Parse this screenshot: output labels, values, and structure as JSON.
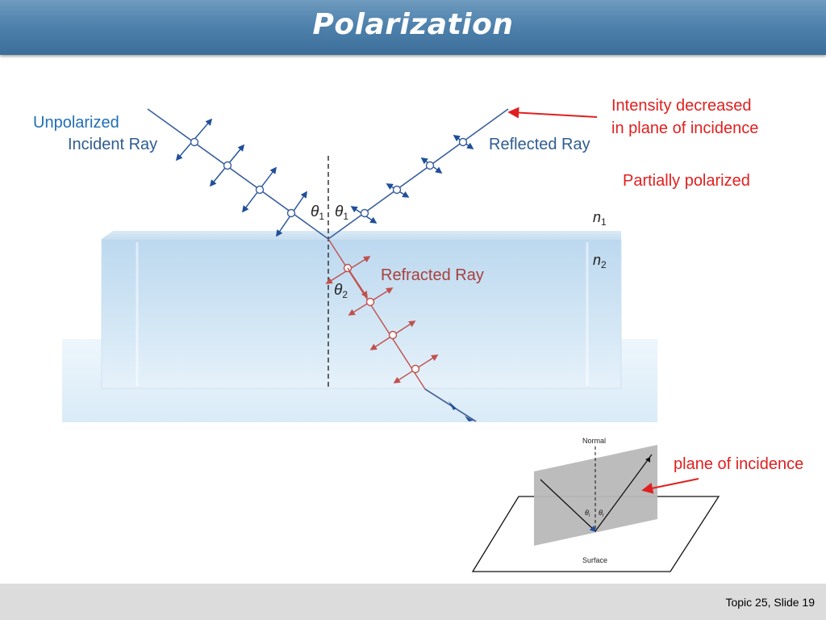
{
  "slide": {
    "title": "Polarization",
    "footer": "Topic 25, Slide 19"
  },
  "labels": {
    "unpolarized": "Unpolarized",
    "incident_ray": "Incident Ray",
    "reflected_ray": "Reflected Ray",
    "refracted_ray": "Refracted Ray",
    "theta1": "θ",
    "theta1_sub": "1",
    "theta2": "θ",
    "theta2_sub": "2",
    "n1": "n",
    "n1_sub": "1",
    "n2": "n",
    "n2_sub": "2"
  },
  "notes": {
    "intensity_line1": "Intensity decreased",
    "intensity_line2": "in plane of incidence",
    "partially_polarized": "Partially polarized",
    "plane_of_incidence": "plane of incidence"
  },
  "inset": {
    "normal": "Normal",
    "surface": "Surface",
    "theta_i": "θ",
    "theta_i_sub": "i",
    "theta_r": "θ",
    "theta_r_sub": "r"
  },
  "colors": {
    "header": "#4f82ad",
    "ray_blue": "#3a5f9c",
    "arrow_blue": "#1f4f9a",
    "ray_red": "#c0504d",
    "note_red": "#e0201f",
    "label_blue": "#1f6fb2"
  }
}
